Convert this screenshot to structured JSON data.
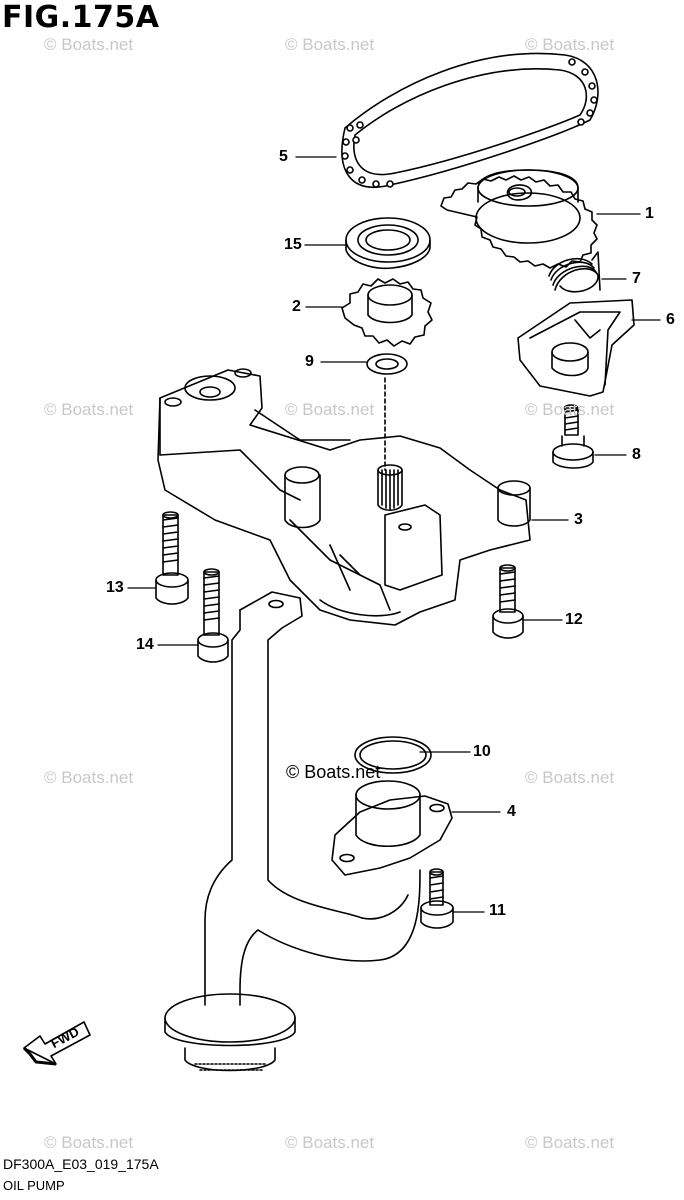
{
  "figure": {
    "title": "FIG.175A"
  },
  "watermark": {
    "text": "© Boats.net",
    "center_text": "© Boats.net"
  },
  "direction": {
    "label": "FWD"
  },
  "callouts": [
    "1",
    "2",
    "3",
    "4",
    "5",
    "6",
    "7",
    "8",
    "9",
    "10",
    "11",
    "12",
    "13",
    "14",
    "15"
  ],
  "footer": {
    "code": "DF300A_E03_019_175A",
    "name": "OIL PUMP"
  }
}
